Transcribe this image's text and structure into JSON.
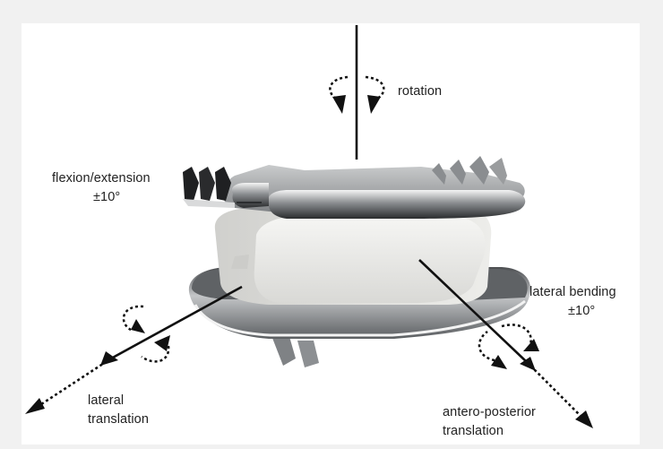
{
  "labels": {
    "rotation": "rotation",
    "flexion": "flexion/extension",
    "flexion_range": "±10°",
    "lateral_bending": "lateral bending",
    "lateral_bending_range": "±10°",
    "lateral_translation_1": "lateral",
    "lateral_translation_2": "translation",
    "ap_translation_1": "antero-posterior",
    "ap_translation_2": "translation"
  },
  "colors": {
    "background": "#f1f1f1",
    "panel": "#ffffff",
    "metal": "#9a9c9e",
    "polymer": "#e8e8e6",
    "axis": "#111111"
  }
}
